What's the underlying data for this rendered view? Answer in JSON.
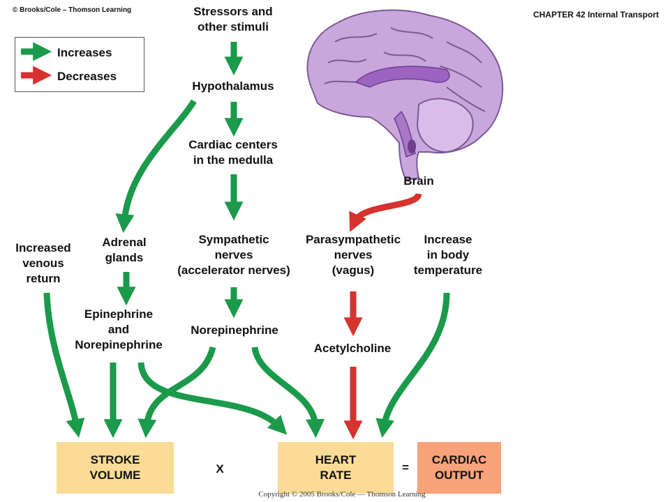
{
  "header": {
    "copyright": "© Brooks/Cole – Thomson Learning",
    "chapter": "CHAPTER 42 Internal Transport"
  },
  "legend": {
    "increases": "Increases",
    "decreases": "Decreases",
    "increase_color": "#1a9a4a",
    "decrease_color": "#d6322e"
  },
  "nodes": {
    "stressors": [
      "Stressors and",
      "other stimuli"
    ],
    "hypothalamus": "Hypothalamus",
    "cardiac_centers": [
      "Cardiac centers",
      "in the medulla"
    ],
    "brain": "Brain",
    "venous_return": [
      "Increased",
      "venous",
      "return"
    ],
    "adrenal": [
      "Adrenal",
      "glands"
    ],
    "sympathetic": [
      "Sympathetic",
      "nerves",
      "(accelerator nerves)"
    ],
    "parasympathetic": [
      "Parasympathetic",
      "nerves",
      "(vagus)"
    ],
    "temperature": [
      "Increase",
      "in body",
      "temperature"
    ],
    "epinephrine": [
      "Epinephrine",
      "and",
      "Norepinephrine"
    ],
    "norepinephrine": "Norepinephrine",
    "acetylcholine": "Acetylcholine"
  },
  "equation": {
    "stroke_volume": [
      "STROKE",
      "VOLUME"
    ],
    "times": "X",
    "heart_rate": [
      "HEART",
      "RATE"
    ],
    "equals": "=",
    "cardiac_output": [
      "CARDIAC",
      "OUTPUT"
    ],
    "input_box_color": "#fbdb96",
    "output_box_color": "#f8a27a"
  },
  "footer": {
    "copyright": "Copyright © 2005 Brooks/Cole — Thomson Learning"
  }
}
